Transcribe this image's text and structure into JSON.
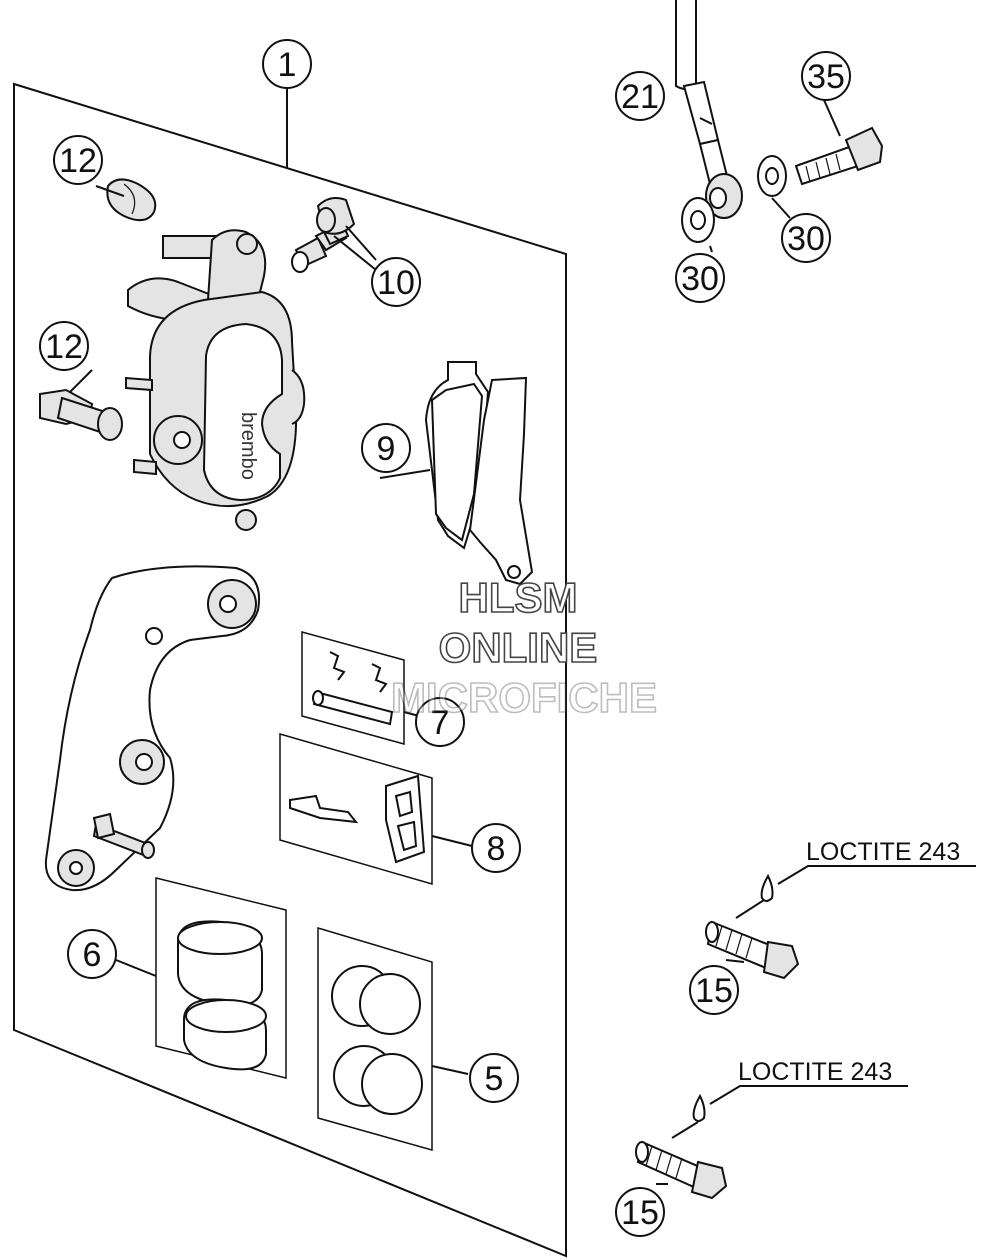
{
  "callouts": {
    "c1": "1",
    "c5": "5",
    "c6": "6",
    "c7": "7",
    "c8": "8",
    "c9": "9",
    "c10": "10",
    "c12a": "12",
    "c12b": "12",
    "c15a": "15",
    "c15b": "15",
    "c21": "21",
    "c30a": "30",
    "c30b": "30",
    "c35": "35"
  },
  "notes": {
    "loctite_a": "LOCTITE 243",
    "loctite_b": "LOCTITE 243"
  },
  "watermark": {
    "line1": "HLSM",
    "line2": "ONLINE",
    "line3": "MICROFICHE"
  },
  "caliper_brand": "brembo"
}
